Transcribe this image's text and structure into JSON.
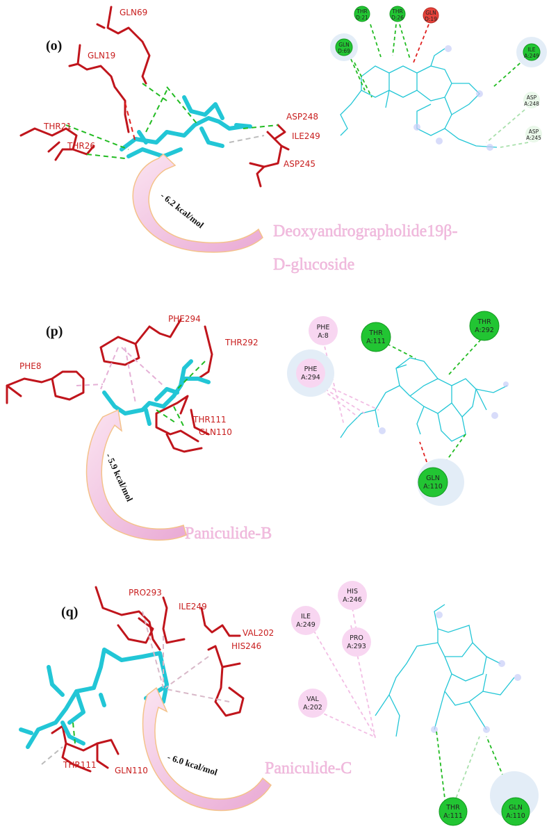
{
  "panels": [
    {
      "label": "(o)",
      "compound_line1": "Deoxyandrographolide19β-",
      "compound_line2": "D-glucoside",
      "energy": "- 6.2 kcal/mol",
      "residues_3d": [
        "GLN69",
        "GLN19",
        "THR21",
        "THR26",
        "ASP248",
        "ILE249",
        "ASP245"
      ],
      "nodes_2d": [
        {
          "l1": "THR",
          "l2": "D:21"
        },
        {
          "l1": "THR",
          "l2": "D:26"
        },
        {
          "l1": "GLN",
          "l2": "D:19"
        },
        {
          "l1": "GLN",
          "l2": "D:69"
        },
        {
          "l1": "ILE",
          "l2": "A:249"
        },
        {
          "l1": "ASP",
          "l2": "A:248"
        },
        {
          "l1": "ASP",
          "l2": "A:245"
        }
      ]
    },
    {
      "label": "(p)",
      "compound": "Paniculide-B",
      "energy": "- 5.9 kcal/mol",
      "residues_3d": [
        "PHE294",
        "THR292",
        "PHE8",
        "THR111",
        "GLN110"
      ],
      "nodes_2d": [
        {
          "l1": "PHE",
          "l2": "A:8"
        },
        {
          "l1": "THR",
          "l2": "A:111"
        },
        {
          "l1": "THR",
          "l2": "A:292"
        },
        {
          "l1": "PHE",
          "l2": "A:294"
        },
        {
          "l1": "GLN",
          "l2": "A:110"
        }
      ]
    },
    {
      "label": "(q)",
      "compound": "Paniculide-C",
      "energy": "- 6.0 kcal/mol",
      "residues_3d": [
        "PRO293",
        "ILE249",
        "VAL202",
        "HIS246",
        "THR111",
        "GLN110"
      ],
      "nodes_2d": [
        {
          "l1": "HIS",
          "l2": "A:246"
        },
        {
          "l1": "ILE",
          "l2": "A:249"
        },
        {
          "l1": "PRO",
          "l2": "A:293"
        },
        {
          "l1": "VAL",
          "l2": "A:202"
        },
        {
          "l1": "THR",
          "l2": "A:111"
        },
        {
          "l1": "GLN",
          "l2": "A:110"
        }
      ]
    }
  ],
  "colors": {
    "residue": "#c0151c",
    "ligand": "#22c6d6",
    "hbond": "#22bb22",
    "unfavorable": "#e0201f",
    "pi_interaction": "#f4b8e6",
    "carbon_hbond": "#c9eecb",
    "arrow": "#f2bde0"
  }
}
